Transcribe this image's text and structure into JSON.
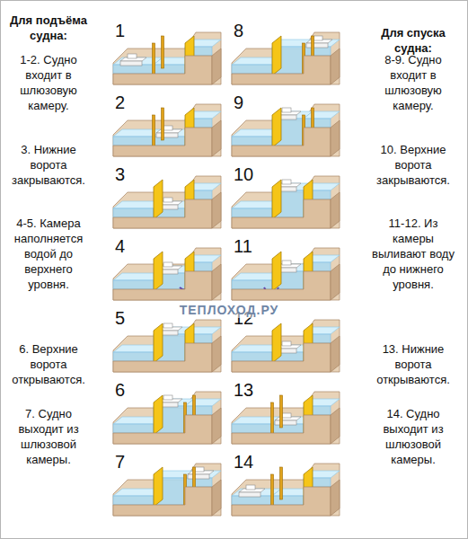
{
  "diagram": {
    "labels": [
      "Для подъёма судна:",
      "1-2. Судно входит в шлюзовую камеру.",
      "3. Нижние ворота закрываются.",
      "4-5. Камера наполняется водой до верхнего уровня.",
      "6. Верхние ворота открываются.",
      "7. Судно выходит из шлюзовой камеры.",
      "1",
      "2",
      "3",
      "4",
      "5",
      "6",
      "7",
      "8",
      "9",
      "10",
      "11",
      "12",
      "13",
      "14",
      "Для спуска судна:",
      "8-9. Судно входит в шлюзовую камеру.",
      "10. Верхние ворота закрываются.",
      "11-12. Из камеры выливают воду до нижнего уровня.",
      "13. Нижние ворота открываются.",
      "14. Судно выходит из шлюзовой камеры.",
      "ТЕПЛОХОД.РУ"
    ]
  }
}
